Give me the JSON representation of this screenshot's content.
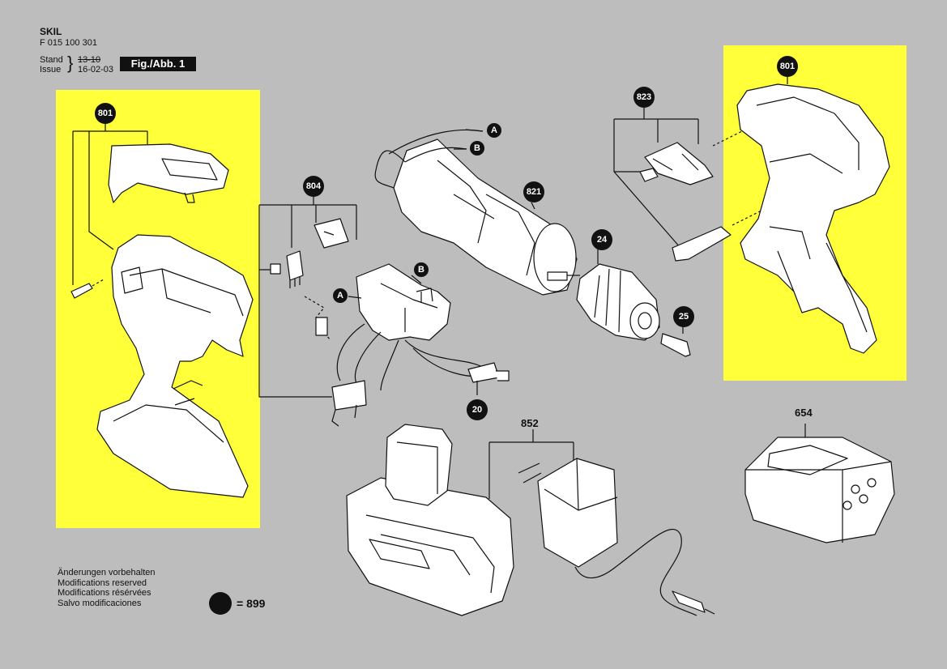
{
  "header": {
    "brand": "SKIL",
    "part_number": "F 015 100 301",
    "stand_label": "Stand",
    "issue_label": "Issue",
    "stand_value": "13-10",
    "issue_value": "16-02-03",
    "figure_label": "Fig./Abb. 1"
  },
  "callouts": {
    "c801_left": "801",
    "c801_right": "801",
    "c804": "804",
    "c821": "821",
    "c823": "823",
    "c24": "24",
    "c25": "25",
    "c20": "20",
    "c852": "852",
    "c654": "654",
    "a_top": "A",
    "b_top": "B",
    "a_switch": "A",
    "b_switch": "B"
  },
  "notes": [
    "Änderungen vorbehalten",
    "Modifications reserved",
    "Modifications résérvées",
    "Salvo modificaciones"
  ],
  "legend": {
    "text": "= 899"
  },
  "colors": {
    "background": "#bdbdbd",
    "highlight": "#ffff3a",
    "ink": "#111111"
  }
}
